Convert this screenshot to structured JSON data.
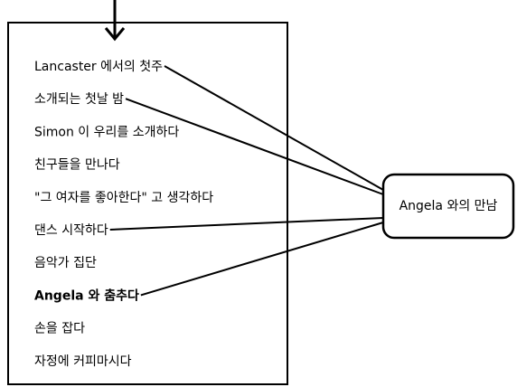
{
  "list_items": [
    {
      "text": "Lancaster 에서의 첫주",
      "bold": false,
      "connected": true
    },
    {
      "text": "소개되는 첫날 밤",
      "bold": false,
      "connected": true
    },
    {
      "text": "Simon 이 우리를 소개하다",
      "bold": false,
      "connected": false
    },
    {
      "text": "친구들을 만나다",
      "bold": false,
      "connected": false
    },
    {
      "text": "\"그 여자를 좋아한다\" 고 생각하다",
      "bold": false,
      "connected": false
    },
    {
      "text": "댄스 시작하다",
      "bold": false,
      "connected": true
    },
    {
      "text": "음악가 집단",
      "bold": false,
      "connected": false
    },
    {
      "text": "Angela 와 춤추다",
      "bold": true,
      "connected": true
    },
    {
      "text": "손을 잡다",
      "bold": false,
      "connected": false
    },
    {
      "text": "자정에 커피마시다",
      "bold": false,
      "connected": false
    }
  ],
  "target_box": {
    "label": "Angela 와의 만남"
  },
  "colors": {
    "stroke": "#000000",
    "background": "#ffffff"
  }
}
